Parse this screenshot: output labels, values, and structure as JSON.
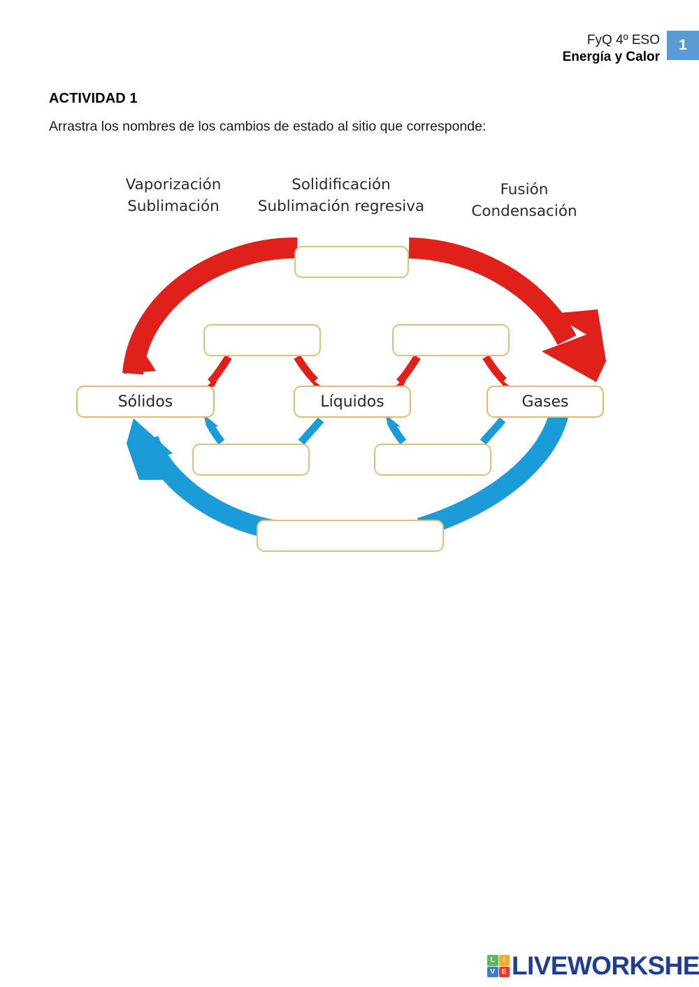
{
  "header": {
    "line1": "FyQ 4º ESO",
    "line2": "Energía y Calor",
    "page_badge": "1",
    "badge_color": "#5b9bd5"
  },
  "activity": {
    "title": "ACTIVIDAD 1",
    "instruction": "Arrastra los nombres de los cambios de estado al sitio que corresponde:"
  },
  "diagram": {
    "word_bank": [
      {
        "words": [
          "Vaporización",
          "Sublimación"
        ]
      },
      {
        "words": [
          "Solidificación",
          "Sublimación regresiva"
        ]
      },
      {
        "words": [
          "Fusión",
          "Condensación"
        ]
      }
    ],
    "state_boxes": [
      {
        "label": "Sólidos"
      },
      {
        "label": "Líquidos"
      },
      {
        "label": "Gases"
      }
    ],
    "drop_boxes": [
      {
        "id": "top",
        "value": ""
      },
      {
        "id": "mid-left",
        "value": ""
      },
      {
        "id": "mid-right",
        "value": ""
      },
      {
        "id": "low-left",
        "value": ""
      },
      {
        "id": "low-right",
        "value": ""
      },
      {
        "id": "bottom",
        "value": ""
      }
    ],
    "colors": {
      "heating_arrow": "#e0201b",
      "cooling_arrow": "#1b9bd8",
      "box_border": "#e0bf7a"
    }
  },
  "footer": {
    "logo_text": "LIVEWORKSHEETS",
    "logo_tiles": [
      "L",
      "I",
      "V",
      "E"
    ]
  }
}
